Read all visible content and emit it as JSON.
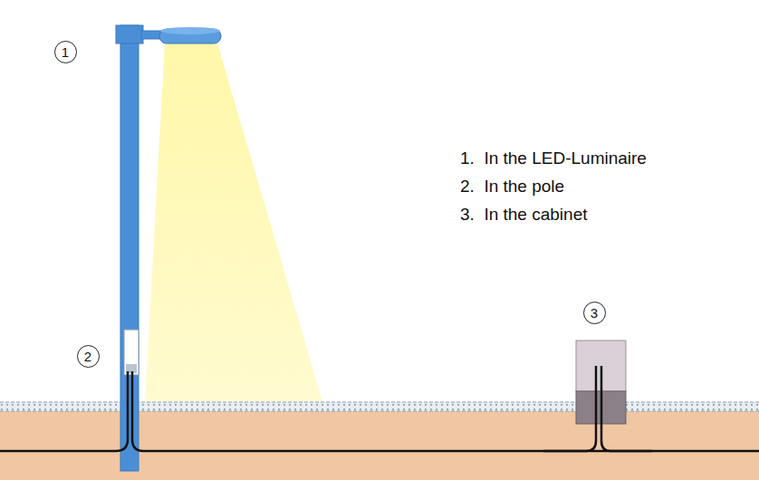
{
  "diagram": {
    "nodes": [
      {
        "text": [
          "1"
        ]
      },
      {
        "text": [
          "2"
        ]
      },
      {
        "text": [
          "3"
        ]
      }
    ],
    "labels": [
      "1.  In the LED-Luminaire",
      "2.  In the pole",
      "3.  In the cabinet"
    ]
  }
}
